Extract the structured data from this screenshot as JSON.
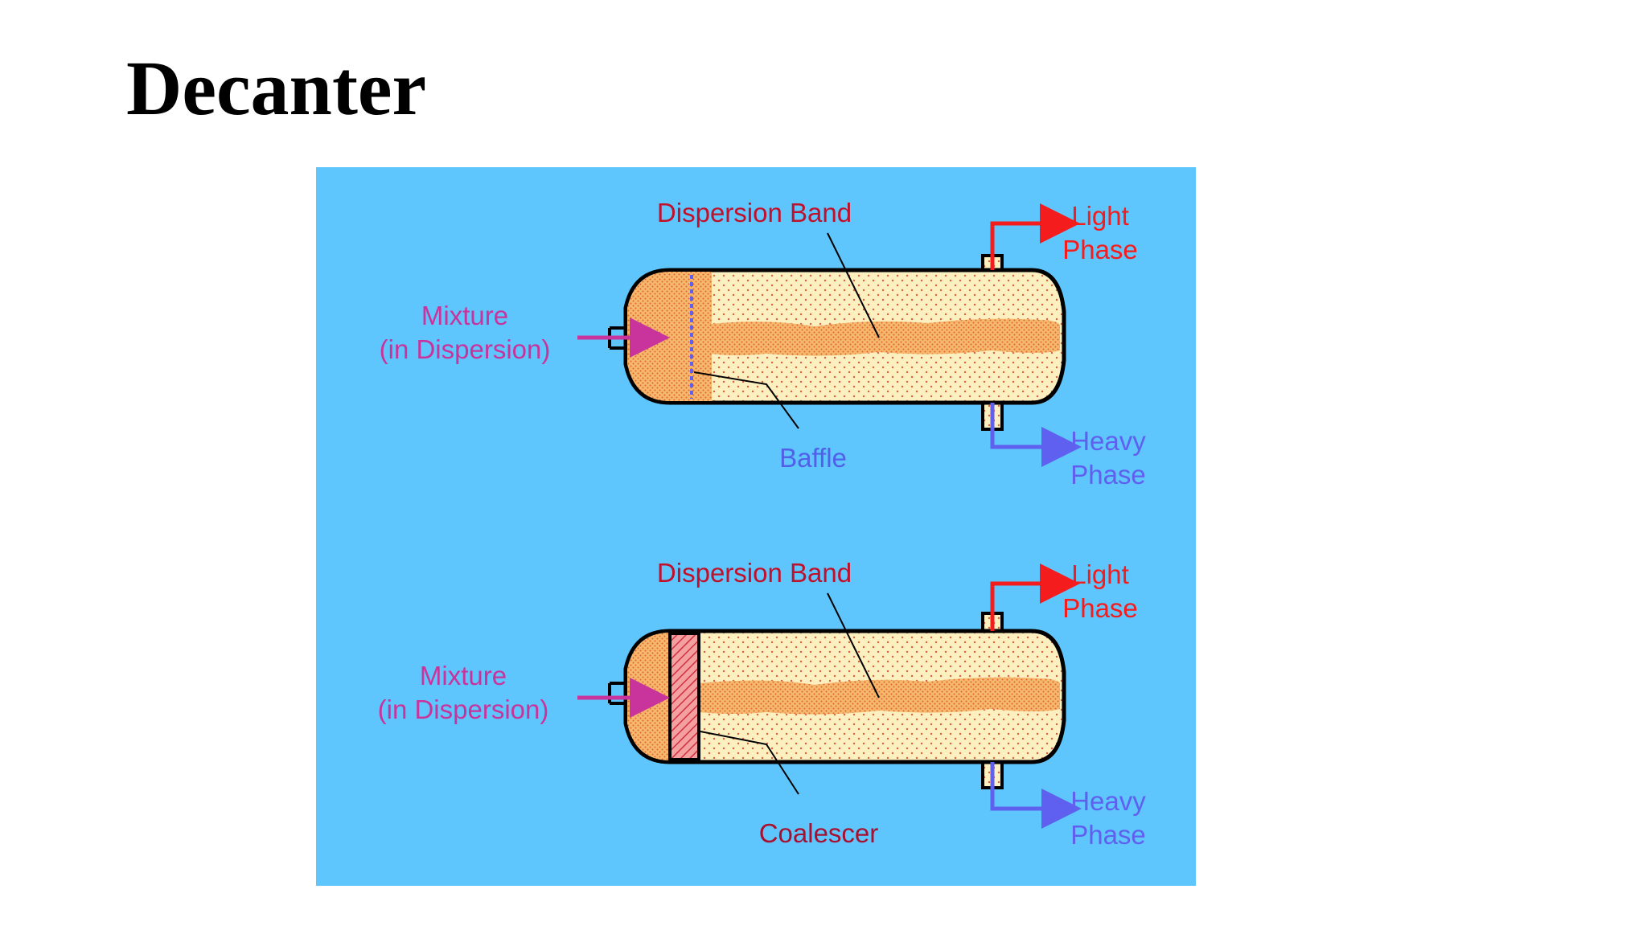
{
  "slide": {
    "title": "Decanter"
  },
  "colors": {
    "panel_bg": "#5EC6FC",
    "vessel_fill": "#FCEFC0",
    "band_fill": "#F6B86A",
    "dot_color": "#E0603A",
    "mixture_label": "#C8349C",
    "light_phase": "#F41C1C",
    "heavy_phase": "#6060F0",
    "dispersion_label": "#C0102C",
    "baffle_label": "#5060E8",
    "coalescer_label": "#A81030",
    "coalescer_fill": "#F08C8C"
  },
  "diagram_top": {
    "dispersion_band_label": "Dispersion Band",
    "mixture_line1": "Mixture",
    "mixture_line2": "(in Dispersion)",
    "light_line1": "Light",
    "light_line2": "Phase",
    "heavy_line1": "Heavy",
    "heavy_line2": "Phase",
    "internal_label": "Baffle"
  },
  "diagram_bottom": {
    "dispersion_band_label": "Dispersion Band",
    "mixture_line1": "Mixture",
    "mixture_line2": "(in Dispersion)",
    "light_line1": "Light",
    "light_line2": "Phase",
    "heavy_line1": "Heavy",
    "heavy_line2": "Phase",
    "internal_label": "Coalescer"
  }
}
